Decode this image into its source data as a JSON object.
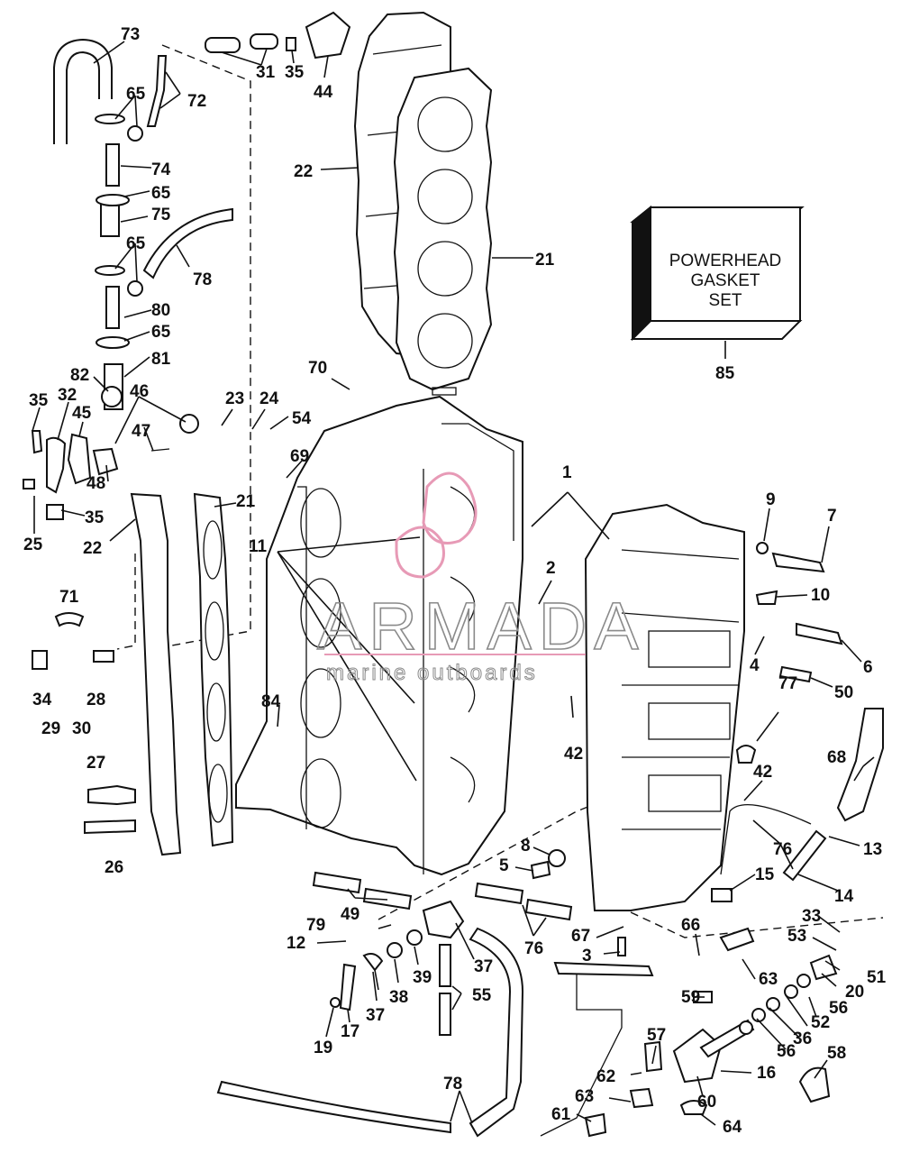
{
  "gasket_box": {
    "lines": [
      "POWERHEAD",
      "GASKET",
      "SET"
    ],
    "part_number": "85"
  },
  "watermark": {
    "brand": "ARMADA",
    "tagline": "marine outboards"
  },
  "callouts": {
    "c1": "1",
    "c2": "2",
    "c3": "3",
    "c4": "4",
    "c5": "5",
    "c6": "6",
    "c7": "7",
    "c8": "8",
    "c9": "9",
    "c10": "10",
    "c11": "11",
    "c12": "12",
    "c13": "13",
    "c14": "14",
    "c15": "15",
    "c16": "16",
    "c17": "17",
    "c19": "19",
    "c20": "20",
    "c21a": "21",
    "c21b": "21",
    "c22a": "22",
    "c22b": "22",
    "c23": "23",
    "c24": "24",
    "c25": "25",
    "c26": "26",
    "c27": "27",
    "c28": "28",
    "c29": "29",
    "c30": "30",
    "c31": "31",
    "c32": "32",
    "c33": "33",
    "c34": "34",
    "c35a": "35",
    "c35b": "35",
    "c35c": "35",
    "c36": "36",
    "c37a": "37",
    "c37b": "37",
    "c38": "38",
    "c39": "39",
    "c42a": "42",
    "c42b": "42",
    "c44": "44",
    "c45": "45",
    "c46": "46",
    "c47": "47",
    "c48": "48",
    "c49": "49",
    "c50": "50",
    "c51": "51",
    "c52": "52",
    "c53": "53",
    "c54": "54",
    "c55": "55",
    "c56a": "56",
    "c56b": "56",
    "c57": "57",
    "c58": "58",
    "c59": "59",
    "c60": "60",
    "c61": "61",
    "c62": "62",
    "c63a": "63",
    "c63b": "63",
    "c64": "64",
    "c65a": "65",
    "c65b": "65",
    "c65c": "65",
    "c65d": "65",
    "c66": "66",
    "c67": "67",
    "c68": "68",
    "c69": "69",
    "c70": "70",
    "c71": "71",
    "c72": "72",
    "c73": "73",
    "c74": "74",
    "c75": "75",
    "c76a": "76",
    "c76b": "76",
    "c77": "77",
    "c78a": "78",
    "c78b": "78",
    "c79": "79",
    "c80": "80",
    "c81": "81",
    "c82": "82",
    "c84": "84"
  }
}
